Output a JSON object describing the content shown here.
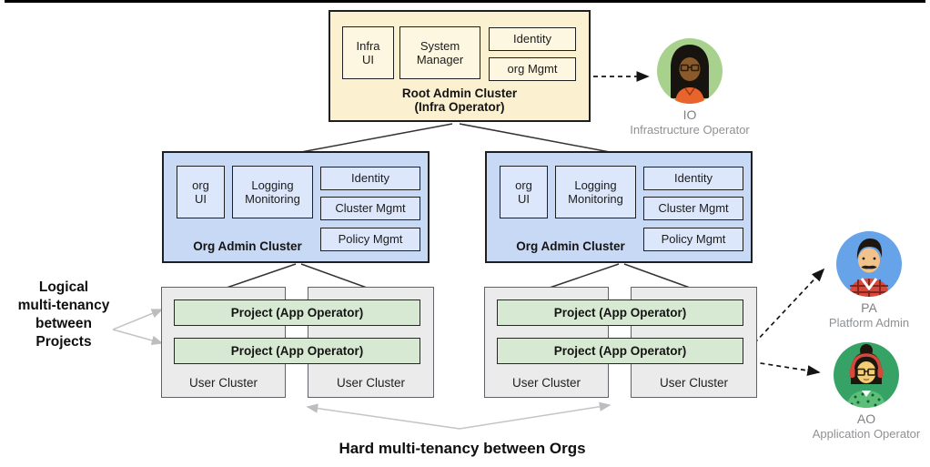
{
  "root_cluster": {
    "title": "Root Admin Cluster\n(Infra Operator)",
    "modules": {
      "infra_ui": "Infra\nUI",
      "system_manager": "System\nManager",
      "identity": "Identity",
      "org_mgmt": "org Mgmt"
    }
  },
  "org_cluster": {
    "title": "Org Admin Cluster",
    "modules": {
      "org_ui": "org\nUI",
      "logging_monitoring": "Logging\nMonitoring",
      "identity": "Identity",
      "cluster_mgmt": "Cluster Mgmt",
      "policy_mgmt": "Policy Mgmt"
    }
  },
  "user_cluster": {
    "label": "User Cluster",
    "project": "Project (App Operator)"
  },
  "annotations": {
    "left_label": "Logical\nmulti-tenancy\nbetween\nProjects",
    "bottom_label": "Hard multi-tenancy between Orgs"
  },
  "personas": {
    "io": {
      "initials": "IO",
      "role": "Infrastructure Operator"
    },
    "pa": {
      "initials": "PA",
      "role": "Platform Admin"
    },
    "ao": {
      "initials": "AO",
      "role": "Application Operator"
    }
  },
  "colors": {
    "root_fill": "#FBF0CF",
    "root_module_fill": "#FDF6E0",
    "org_fill": "#C7D9F4",
    "org_module_fill": "#DDE7FB",
    "user_cluster_fill": "#EBEBEB",
    "project_fill": "#D8E9D3",
    "avatar_io_bg": "#A9D18E",
    "avatar_pa_bg": "#66A3E8",
    "avatar_ao_bg": "#36A266",
    "gray_arrow": "#BDBDBD",
    "border_dark": "#1F1F1F"
  }
}
